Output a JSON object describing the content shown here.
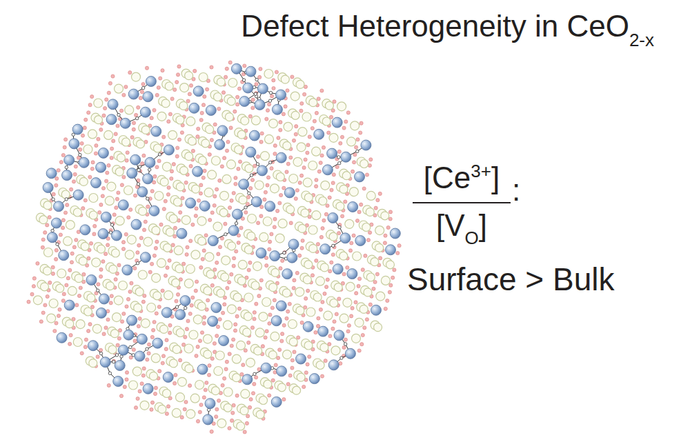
{
  "diagram": {
    "title": "Defect Heterogeneity in CeO",
    "labels": [
      "2-x",
      "[Ce",
      "3+",
      "]",
      "[V",
      "O",
      "]",
      ":",
      "Surface > Bulk"
    ]
  }
}
